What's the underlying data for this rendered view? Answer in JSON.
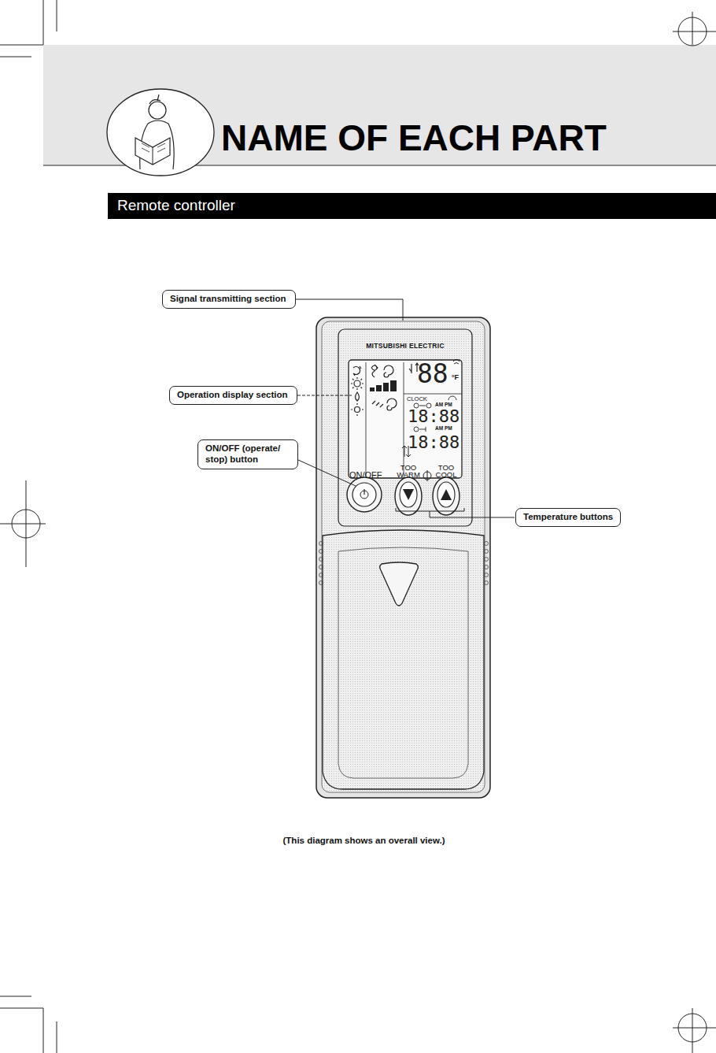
{
  "diagram": {
    "title": "NAME OF EACH PART",
    "caption": "(This diagram shows an overall view.)",
    "nodes": [
      {
        "text": [
          "Remote controller"
        ]
      },
      {
        "text": [
          "Signal transmitting section"
        ]
      },
      {
        "text": [
          "Operation display section"
        ]
      },
      {
        "text": [
          "ON/OFF (operate/ stop) button"
        ]
      },
      {
        "text": [
          "Temperature buttons"
        ]
      }
    ],
    "labels": [
      "MITSUBISHI ELECTRIC",
      "88",
      "°F",
      "CLOCK",
      "AM PM",
      "18:88",
      "AM PM",
      "18:88",
      "ON/OFF",
      "TOO WARM",
      "TOO COOL"
    ]
  }
}
